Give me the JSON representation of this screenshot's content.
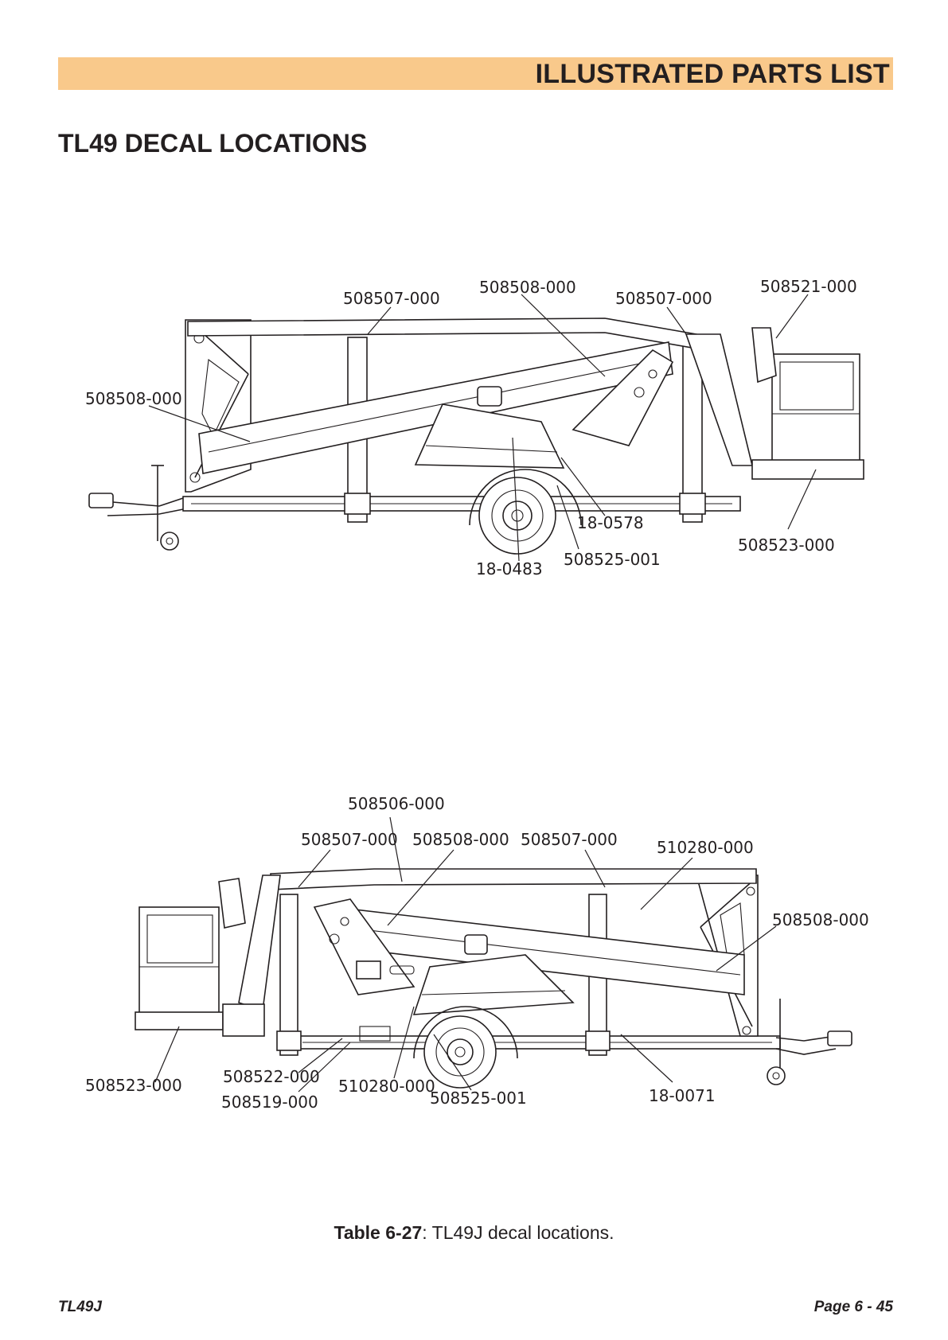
{
  "header": {
    "title": "ILLUSTRATED PARTS LIST"
  },
  "page_title": "TL49 DECAL LOCATIONS",
  "figure_top": {
    "callouts": [
      "508507-000",
      "508508-000",
      "508507-000",
      "508521-000",
      "508508-000",
      "18-0578",
      "508523-000",
      "508525-001",
      "18-0483"
    ]
  },
  "figure_bottom": {
    "callouts": [
      "508506-000",
      "508507-000",
      "508508-000",
      "508507-000",
      "510280-000",
      "508508-000",
      "508523-000",
      "508522-000",
      "508519-000",
      "510280-000",
      "508525-001",
      "18-0071"
    ]
  },
  "caption": {
    "label": "Table 6-27",
    "text": ": TL49J decal locations."
  },
  "footer": {
    "model": "TL49J",
    "page": "Page 6 - 45"
  }
}
